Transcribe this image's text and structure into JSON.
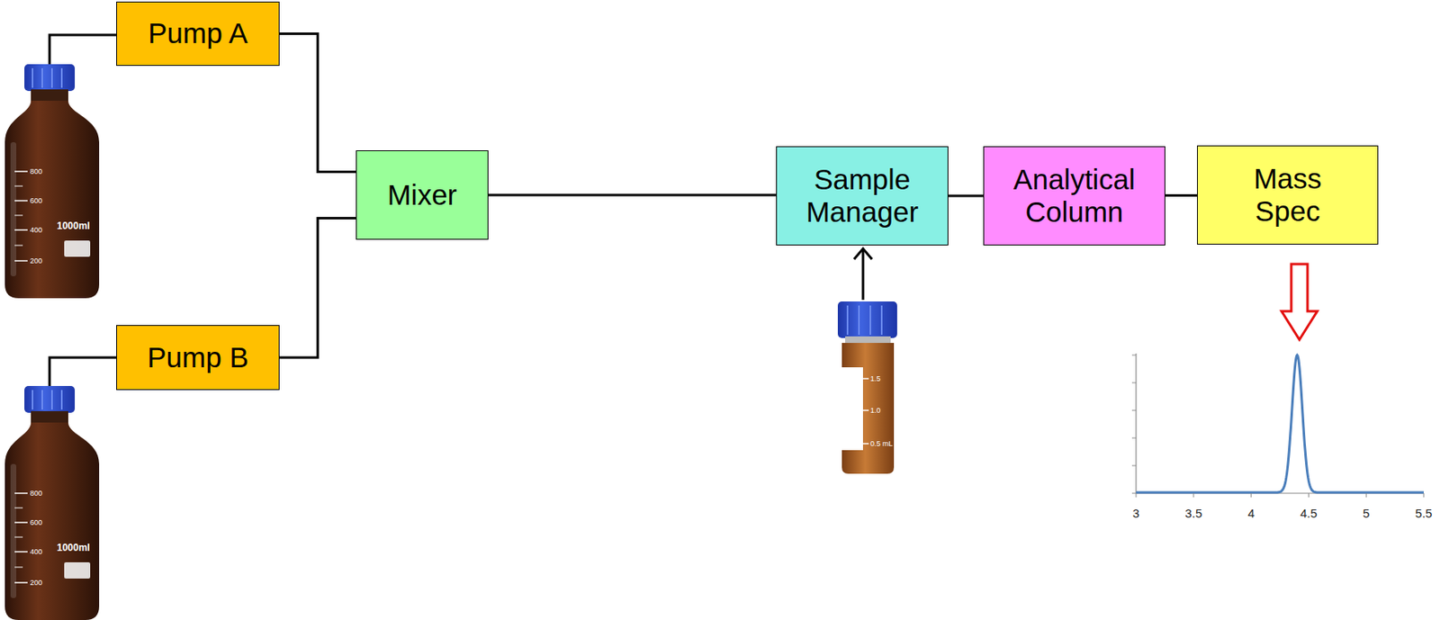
{
  "diagram": {
    "nodes": [
      {
        "text": [
          "Pump A"
        ]
      },
      {
        "text": [
          "Mixer"
        ]
      },
      {
        "text": [
          "Sample Manager"
        ]
      },
      {
        "text": [
          "Analytical Column"
        ]
      },
      {
        "text": [
          "Mass Spec"
        ]
      },
      {
        "text": [
          "Pump B"
        ]
      }
    ],
    "edges": [
      {
        "from": 0,
        "to": 1,
        "arrow": "none"
      },
      {
        "from": 5,
        "to": 1,
        "arrow": "none"
      },
      {
        "from": 1,
        "to": 2,
        "arrow": "none"
      },
      {
        "from": 2,
        "to": 3,
        "arrow": "none"
      },
      {
        "from": 3,
        "to": 4,
        "arrow": "none"
      }
    ],
    "labels": [
      "800",
      "600",
      "400",
      "1000ml",
      "200",
      "800",
      "600",
      "400",
      "1000ml",
      "200",
      "1.5",
      "1.0",
      "0.5 mL",
      "3",
      "3.5",
      "4",
      "4.5",
      "5",
      "5.5"
    ]
  }
}
